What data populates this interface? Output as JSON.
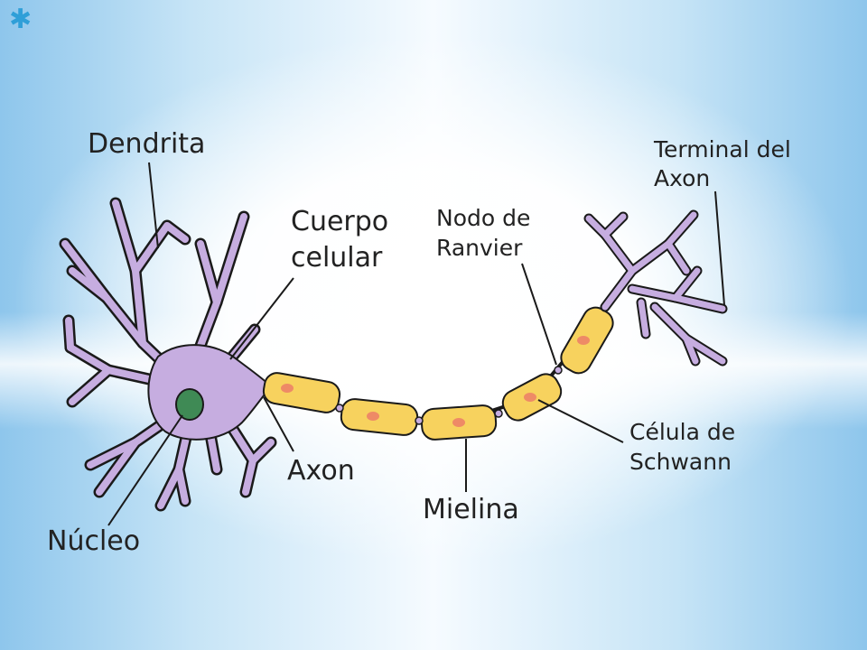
{
  "slide": {
    "decoration": "asterisk-icon",
    "colors": {
      "dendrite": "#c6ade0",
      "outline": "#1a1a1a",
      "nucleus": "#3f8a55",
      "myelin": "#f7d25e",
      "schwann_nucleus": "#ee8a66",
      "background_accent": "#8ec6ec"
    }
  },
  "labels": {
    "dendrita": "Dendrita",
    "cuerpo_celular_1": "Cuerpo",
    "cuerpo_celular_2": "celular",
    "nodo_ranvier_1": "Nodo de",
    "nodo_ranvier_2": "Ranvier",
    "terminal_axon_1": "Terminal del",
    "terminal_axon_2": "Axon",
    "celula_schwann_1": "Célula de",
    "celula_schwann_2": "Schwann",
    "axon": "Axon",
    "mielina": "Mielina",
    "nucleo": "Núcleo"
  }
}
